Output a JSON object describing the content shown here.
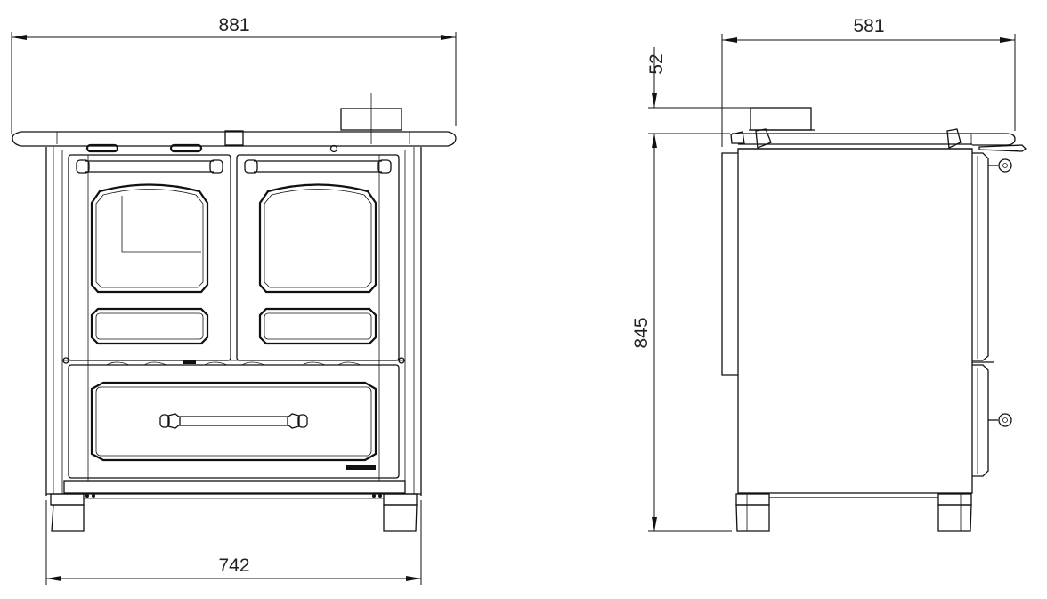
{
  "views": {
    "front": {
      "overall_width": "881",
      "base_width": "742"
    },
    "side": {
      "overall_depth": "581",
      "flue_height": "52",
      "body_height": "845"
    }
  },
  "colors": {
    "line": "#111111",
    "background": "#ffffff"
  }
}
